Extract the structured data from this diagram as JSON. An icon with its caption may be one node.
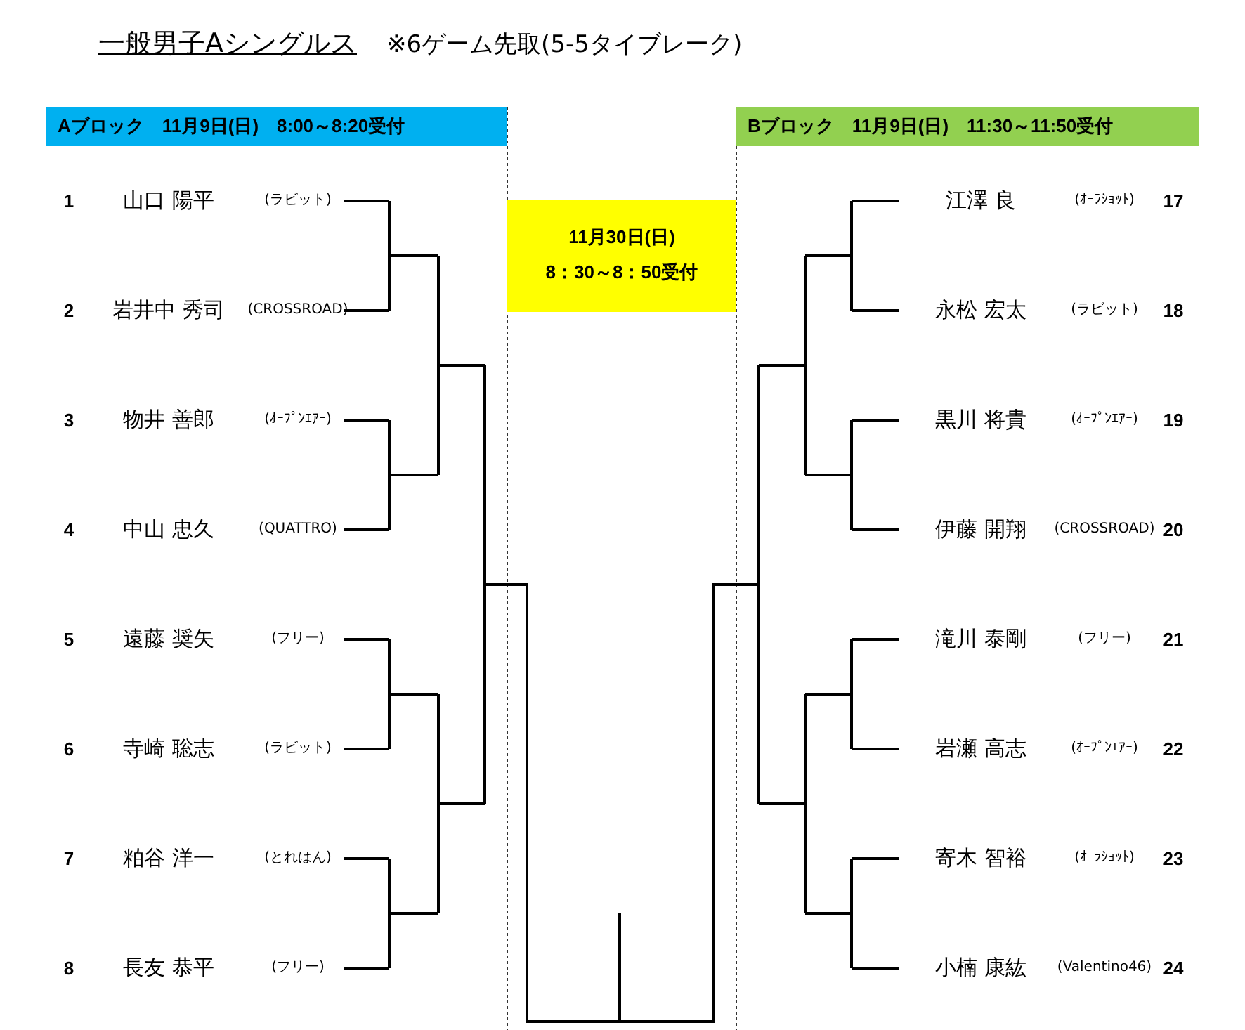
{
  "diagram": {
    "title": "一般男子Aシングルス",
    "nodes": [
      {
        "text": [
          "Aブロック　11月9日(日)　8:00～8:20受付"
        ]
      },
      {
        "text": [
          "Bブロック　11月9日(日)　11:30～11:50受付"
        ]
      },
      {
        "text": [
          "11月30日(日)",
          "8：30～8：50受付"
        ]
      }
    ],
    "labels": [
      "※6ゲーム先取(5-5タイブレーク)",
      "1",
      "山口 陽平",
      "(ラビット)",
      "2",
      "岩井中 秀司",
      "(CROSSROAD)",
      "3",
      "物井 善郎",
      "(ｵｰﾌﾟﾝｴｱｰ)",
      "4",
      "中山 忠久",
      "(QUATTRO)",
      "5",
      "遠藤 奨矢",
      "(フリー)",
      "6",
      "寺崎 聡志",
      "(ラビット)",
      "7",
      "粕谷 洋一",
      "(とれはん)",
      "8",
      "長友 恭平",
      "(フリー)",
      "江澤 良",
      "(ｵｰﾗｼｮｯﾄ)",
      "17",
      "永松 宏太",
      "(ラビット)",
      "18",
      "黒川 将貴",
      "(ｵｰﾌﾟﾝｴｱｰ)",
      "19",
      "伊藤 開翔",
      "(CROSSROAD)",
      "20",
      "滝川 泰剛",
      "(フリー)",
      "21",
      "岩瀬 高志",
      "(ｵｰﾌﾟﾝｴｱｰ)",
      "22",
      "寄木 智裕",
      "(ｵｰﾗｼｮｯﾄ)",
      "23",
      "小楠 康紘",
      "(Valentino46)",
      "24"
    ]
  }
}
